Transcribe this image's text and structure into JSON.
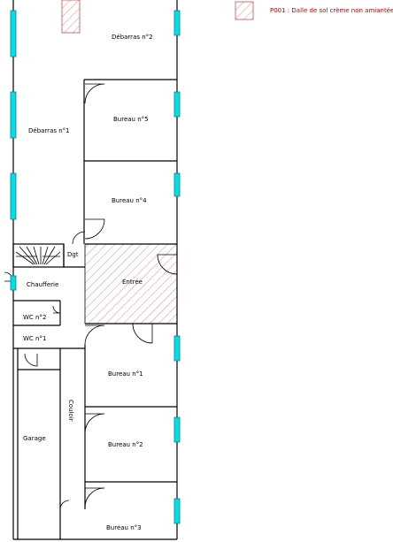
{
  "legend": {
    "code": "P001",
    "text": "P001 : Dalle de sol crème non amiantée",
    "hatch_color": "#d98080"
  },
  "rooms": {
    "debarras2": "Débarras n°2",
    "debarras1": "Débarras n°1",
    "bureau5": "Bureau n°5",
    "bureau4": "Bureau n°4",
    "dgt": "Dgt",
    "chaufferie": "Chaufferie",
    "entree": "Entrée",
    "wc2": "WC n°2",
    "wc1": "WC n°1",
    "bureau1": "Bureau n°1",
    "couloir": "Couloir",
    "garage": "Garage",
    "bureau2": "Bureau n°2",
    "bureau3": "Bureau n°3"
  },
  "colors": {
    "window_fill": "#00e0e8",
    "window_stroke": "#1b7d86",
    "legend_text": "#c00000"
  }
}
